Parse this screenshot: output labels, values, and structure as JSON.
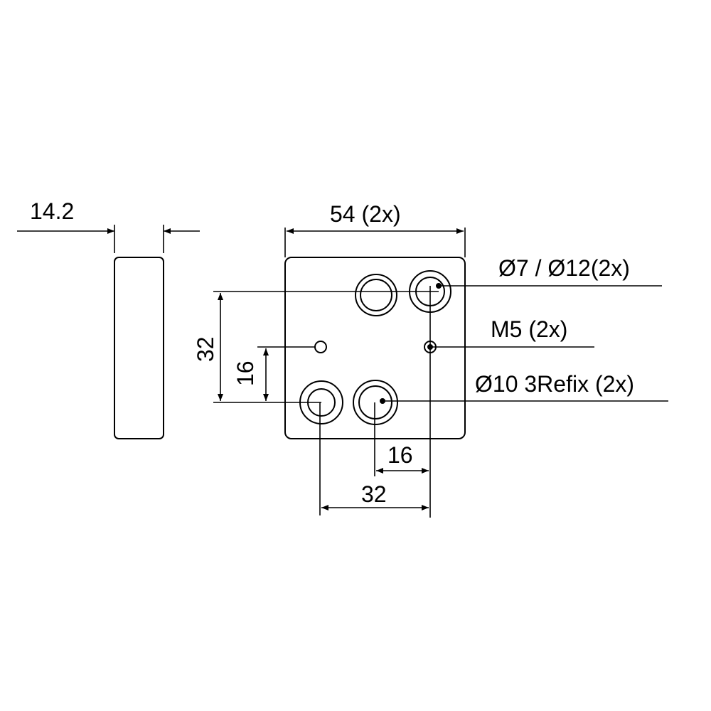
{
  "dimensions": {
    "side_thickness": "14.2",
    "width_top": "54 (2x)",
    "height_outer": "32",
    "height_inner": "16",
    "bottom_outer": "32",
    "bottom_inner": "16"
  },
  "callouts": {
    "counterbore": "Ø7 / Ø12(2x)",
    "thread": "M5 (2x)",
    "refix": "Ø10 3Refix (2x)"
  }
}
